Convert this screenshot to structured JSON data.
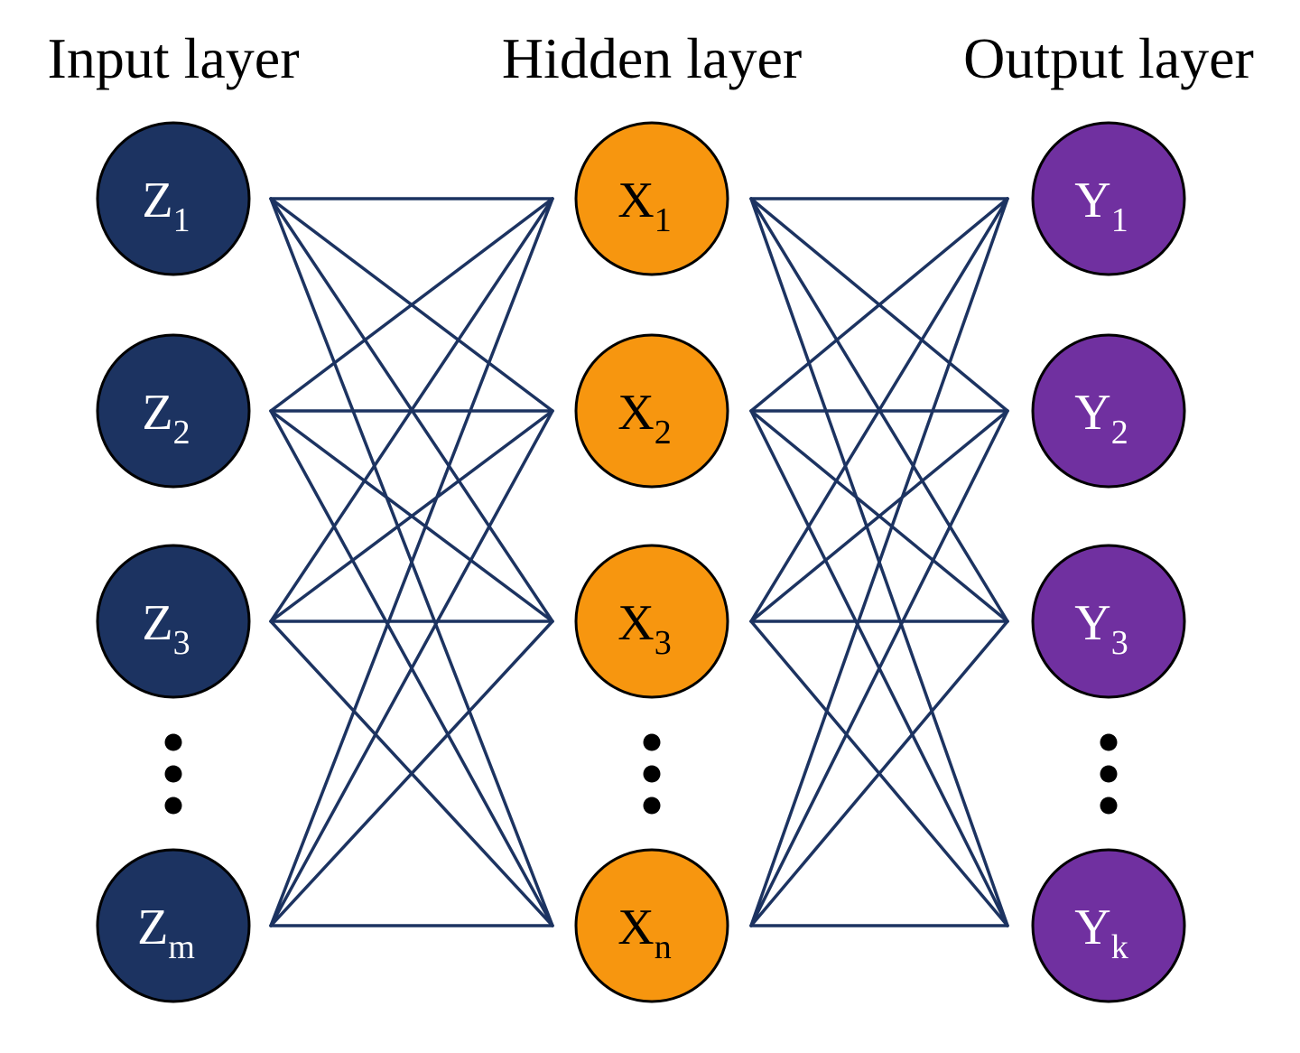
{
  "colors": {
    "input": "#1c3361",
    "hidden": "#f7960f",
    "output": "#7030a0",
    "edge": "#1c3361",
    "dots": "#000000"
  },
  "layers": [
    {
      "id": "input",
      "title": "Input layer",
      "nodes": [
        {
          "base": "Z",
          "sub": "1"
        },
        {
          "base": "Z",
          "sub": "2"
        },
        {
          "base": "Z",
          "sub": "3"
        },
        {
          "base": "Z",
          "sub": "m"
        }
      ],
      "text_color": "#ffffff"
    },
    {
      "id": "hidden",
      "title": "Hidden layer",
      "nodes": [
        {
          "base": "X",
          "sub": "1"
        },
        {
          "base": "X",
          "sub": "2"
        },
        {
          "base": "X",
          "sub": "3"
        },
        {
          "base": "X",
          "sub": "n"
        }
      ],
      "text_color": "#000000"
    },
    {
      "id": "output",
      "title": "Output layer",
      "nodes": [
        {
          "base": "Y",
          "sub": "1"
        },
        {
          "base": "Y",
          "sub": "2"
        },
        {
          "base": "Y",
          "sub": "3"
        },
        {
          "base": "Y",
          "sub": "k"
        }
      ],
      "text_color": "#ffffff"
    }
  ]
}
